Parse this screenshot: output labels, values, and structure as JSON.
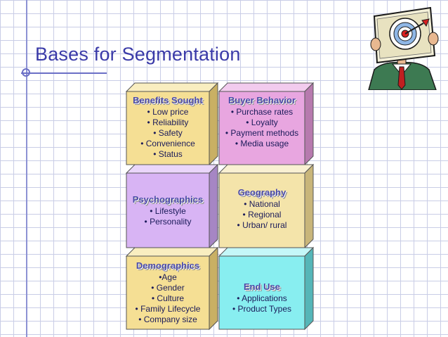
{
  "slide": {
    "title": "Bases for Segmentation"
  },
  "colors": {
    "title": "#3a3aa8",
    "heading": "#4a4aa6",
    "yellow_front": "#f5df94",
    "pink_front": "#e8a6e0",
    "violet_front": "#d8b4f4",
    "cream_front": "#f4e4aa",
    "cyan_front": "#88eef0",
    "grid_line": "#c9cde6"
  },
  "boxes": {
    "benefits": {
      "heading": "Benefits Sought",
      "items": [
        "• Low price",
        "• Reliability",
        "• Safety",
        "• Convenience",
        "• Status"
      ]
    },
    "behavior": {
      "heading": "Buyer Behavior",
      "items": [
        "• Purchase rates",
        "• Loyalty",
        "• Payment methods",
        "• Media usage"
      ]
    },
    "psychographics": {
      "heading": "Psychographics",
      "items": [
        "• Lifestyle",
        "• Personality"
      ]
    },
    "geography": {
      "heading": "Geography",
      "items": [
        "• National",
        "• Regional",
        "• Urban/ rural"
      ]
    },
    "demographics": {
      "heading": "Demographics",
      "items": [
        "•Age",
        "• Gender",
        "• Culture",
        "• Family Lifecycle",
        "• Company size"
      ]
    },
    "enduse": {
      "heading": "End Use",
      "items": [
        "• Applications",
        "• Product Types"
      ]
    }
  }
}
